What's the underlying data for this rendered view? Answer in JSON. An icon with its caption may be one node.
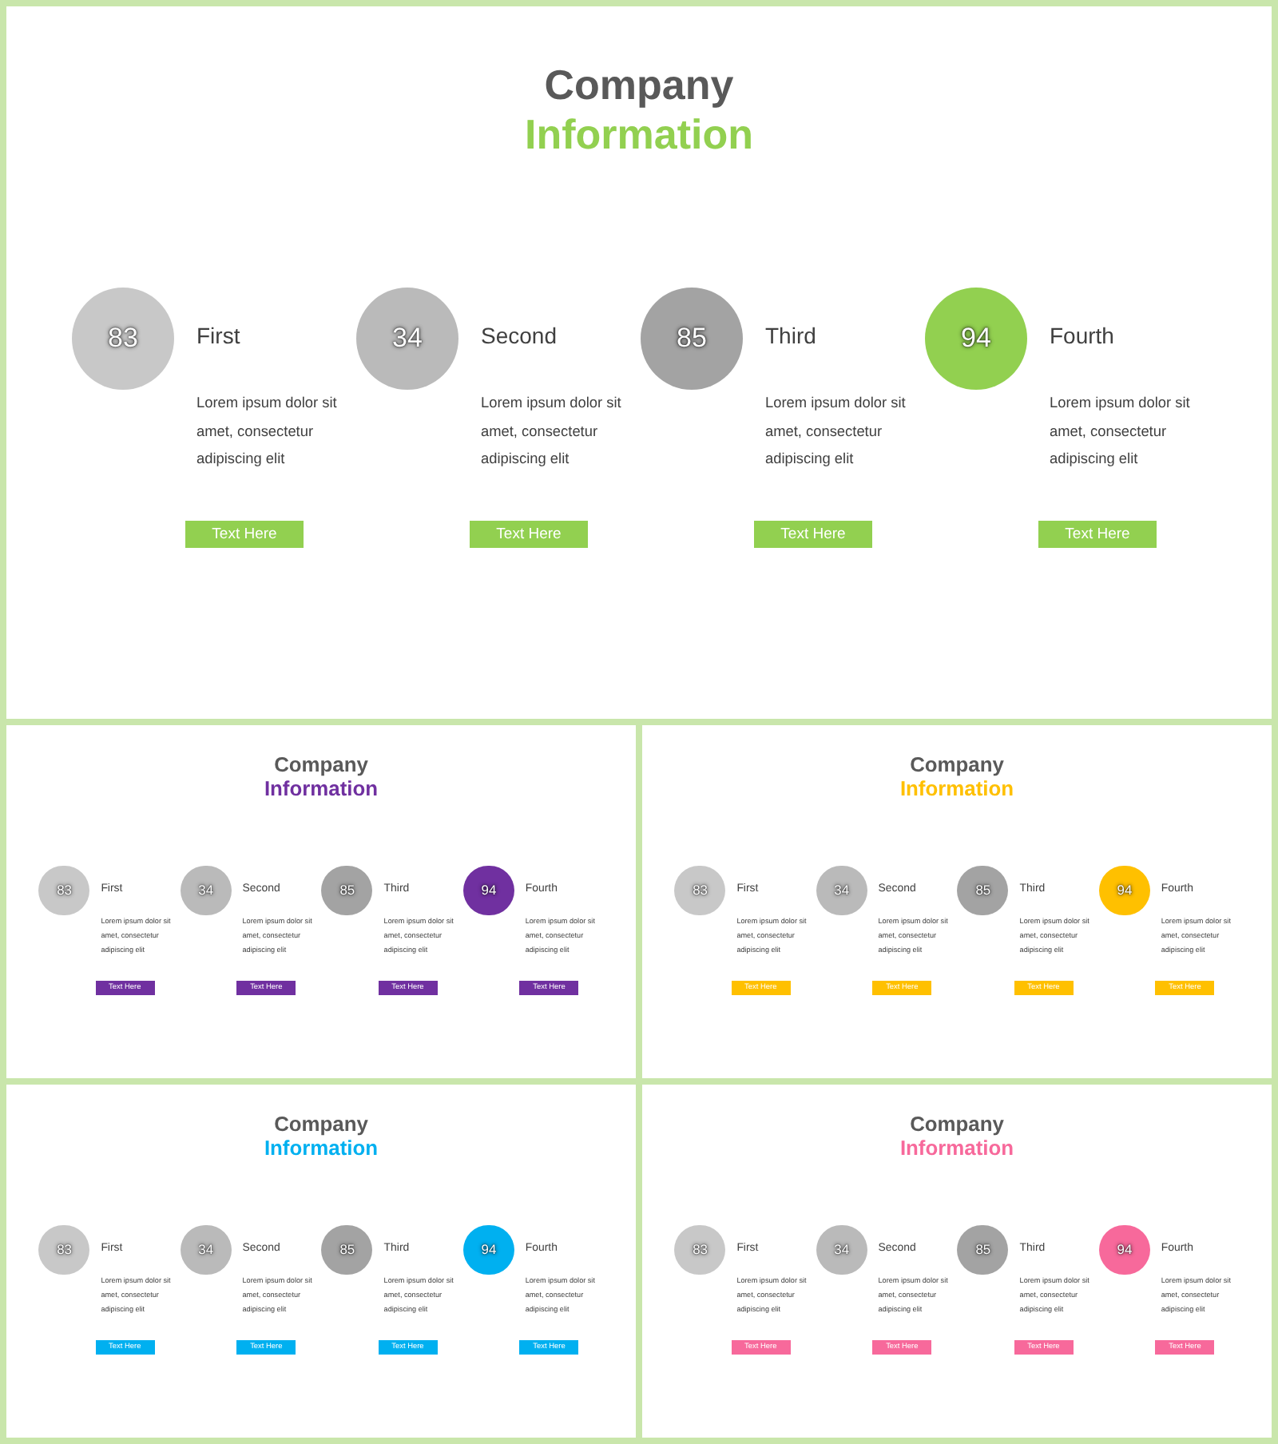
{
  "diagram": {
    "nodes": [
      {
        "text": [
          "Company",
          "Information"
        ]
      },
      {
        "text": [
          "83"
        ],
        "beside": [
          "First",
          "Lorem ipsum dolor sit amet, consectetur adipiscing elit"
        ],
        "in": 0
      },
      {
        "text": [
          "Text Here"
        ],
        "in": 0
      },
      {
        "text": [
          "34"
        ],
        "beside": [
          "Second",
          "Lorem ipsum dolor sit amet, consectetur adipiscing elit"
        ],
        "in": 0
      },
      {
        "text": [
          "Text Here"
        ],
        "in": 0
      },
      {
        "text": [
          "85"
        ],
        "beside": [
          "Third",
          "Lorem ipsum dolor sit amet, consectetur adipiscing elit"
        ],
        "in": 0
      },
      {
        "text": [
          "Text Here"
        ],
        "in": 0
      },
      {
        "text": [
          "94"
        ],
        "beside": [
          "Fourth",
          "Lorem ipsum dolor sit amet, consectetur adipiscing elit"
        ],
        "in": 0
      },
      {
        "text": [
          "Text Here"
        ],
        "in": 0
      },
      {
        "text": [
          "Company",
          "Information"
        ]
      },
      {
        "text": [
          "83"
        ],
        "beside": [
          "First",
          "Lorem ipsum dolor sit amet, consectetur adipiscing elit"
        ],
        "in": 9
      },
      {
        "text": [
          "Text Here"
        ],
        "in": 9
      },
      {
        "text": [
          "34"
        ],
        "beside": [
          "Second",
          "Lorem ipsum dolor sit amet, consectetur adipiscing elit"
        ],
        "in": 9
      },
      {
        "text": [
          "Text Here"
        ],
        "in": 9
      },
      {
        "text": [
          "85"
        ],
        "beside": [
          "Third",
          "Lorem ipsum dolor sit amet, consectetur adipiscing elit"
        ],
        "in": 9
      },
      {
        "text": [
          "Text Here"
        ],
        "in": 9
      },
      {
        "text": [
          "94"
        ],
        "beside": [
          "Fourth",
          "Lorem ipsum dolor sit amet, consectetur adipiscing elit"
        ],
        "in": 9
      },
      {
        "text": [
          "Text Here"
        ],
        "in": 9
      },
      {
        "text": [
          "Company",
          "Information"
        ]
      },
      {
        "text": [
          "83"
        ],
        "beside": [
          "First",
          "Lorem ipsum dolor sit amet, consectetur adipiscing elit"
        ],
        "in": 18
      },
      {
        "text": [
          "Text Here"
        ],
        "in": 18
      },
      {
        "text": [
          "34"
        ],
        "beside": [
          "Second",
          "Lorem ipsum dolor sit amet, consectetur adipiscing elit"
        ],
        "in": 18
      },
      {
        "text": [
          "Text Here"
        ],
        "in": 18
      },
      {
        "text": [
          "85"
        ],
        "beside": [
          "Third",
          "Lorem ipsum dolor sit amet, consectetur adipiscing elit"
        ],
        "in": 18
      },
      {
        "text": [
          "Text Here"
        ],
        "in": 18
      },
      {
        "text": [
          "94"
        ],
        "beside": [
          "Fourth",
          "Lorem ipsum dolor sit amet, consectetur adipiscing elit"
        ],
        "in": 18
      },
      {
        "text": [
          "Text Here"
        ],
        "in": 18
      },
      {
        "text": [
          "Company",
          "Information"
        ]
      },
      {
        "text": [
          "83"
        ],
        "beside": [
          "First",
          "Lorem ipsum dolor sit amet, consectetur adipiscing elit"
        ],
        "in": 27
      },
      {
        "text": [
          "Text Here"
        ],
        "in": 27
      },
      {
        "text": [
          "34"
        ],
        "beside": [
          "Second",
          "Lorem ipsum dolor sit amet, consectetur adipiscing elit"
        ],
        "in": 27
      },
      {
        "text": [
          "Text Here"
        ],
        "in": 27
      },
      {
        "text": [
          "85"
        ],
        "beside": [
          "Third",
          "Lorem ipsum dolor sit amet, consectetur adipiscing elit"
        ],
        "in": 27
      },
      {
        "text": [
          "Text Here"
        ],
        "in": 27
      },
      {
        "text": [
          "94"
        ],
        "beside": [
          "Fourth",
          "Lorem ipsum dolor sit amet, consectetur adipiscing elit"
        ],
        "in": 27
      },
      {
        "text": [
          "Text Here"
        ],
        "in": 27
      },
      {
        "text": [
          "Company",
          "Information"
        ]
      },
      {
        "text": [
          "83"
        ],
        "beside": [
          "First",
          "Lorem ipsum dolor sit amet, consectetur adipiscing elit"
        ],
        "in": 36
      },
      {
        "text": [
          "Text Here"
        ],
        "in": 36
      },
      {
        "text": [
          "34"
        ],
        "beside": [
          "Second",
          "Lorem ipsum dolor sit amet, consectetur adipiscing elit"
        ],
        "in": 36
      },
      {
        "text": [
          "Text Here"
        ],
        "in": 36
      },
      {
        "text": [
          "85"
        ],
        "beside": [
          "Third",
          "Lorem ipsum dolor sit amet, consectetur adipiscing elit"
        ],
        "in": 36
      },
      {
        "text": [
          "Text Here"
        ],
        "in": 36
      },
      {
        "text": [
          "94"
        ],
        "beside": [
          "Fourth",
          "Lorem ipsum dolor sit amet, consectetur adipiscing elit"
        ],
        "in": 36
      },
      {
        "text": [
          "Text Here"
        ],
        "in": 36
      }
    ]
  }
}
